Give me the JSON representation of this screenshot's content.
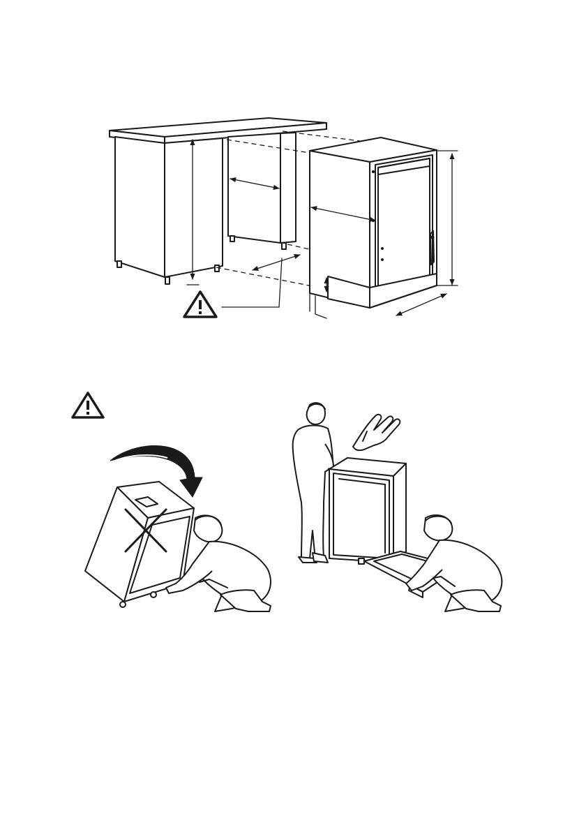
{
  "figures": [
    {
      "id": "cabinet-dimensions",
      "warning_icon": "warning-triangle-icon"
    },
    {
      "id": "tilt-wrong",
      "warning_icon": "warning-triangle-icon",
      "marker": "cross-icon",
      "arrow": "curved-arrow-icon"
    },
    {
      "id": "two-person-lift",
      "marker": "hand-point-icon"
    }
  ],
  "colors": {
    "line": "#1a1a1a",
    "background": "#ffffff"
  }
}
